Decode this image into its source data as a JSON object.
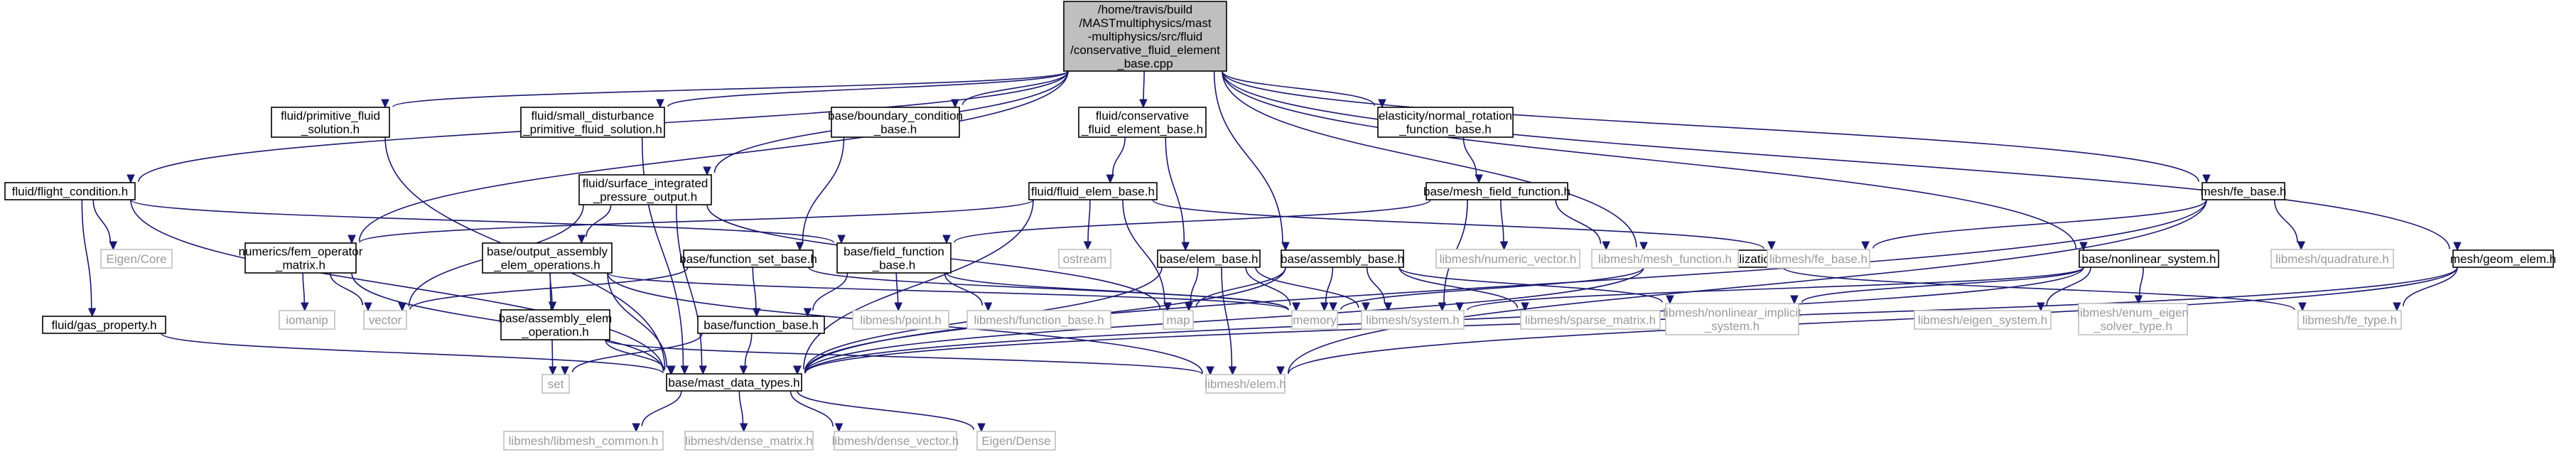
{
  "colors": {
    "edge": "#191970",
    "root_fill": "#bfbfbf",
    "node_border": "#000000",
    "external_border": "#bfbfbf",
    "external_text": "#9a9a9a"
  },
  "nodes": [
    {
      "id": "root",
      "kind": "root",
      "lines": [
        "/home/travis/build",
        "/MASTmultiphysics/mast",
        "-multiphysics/src/fluid",
        "/conservative_fluid_element",
        "_base.cpp"
      ]
    },
    {
      "id": "flight_condition",
      "kind": "file",
      "lines": [
        "fluid/flight_condition.h"
      ]
    },
    {
      "id": "primitive_fluid",
      "kind": "file",
      "lines": [
        "fluid/primitive_fluid",
        "_solution.h"
      ]
    },
    {
      "id": "small_disturbance",
      "kind": "file",
      "lines": [
        "fluid/small_disturbance",
        "_primitive_fluid_solution.h"
      ]
    },
    {
      "id": "surface_integrated",
      "kind": "file",
      "lines": [
        "fluid/surface_integrated",
        "_pressure_output.h"
      ]
    },
    {
      "id": "boundary_condition",
      "kind": "file",
      "lines": [
        "base/boundary_condition",
        "_base.h"
      ]
    },
    {
      "id": "conservative_base",
      "kind": "file",
      "lines": [
        "fluid/conservative",
        "_fluid_element_base.h"
      ]
    },
    {
      "id": "normal_rotation",
      "kind": "file",
      "lines": [
        "elasticity/normal_rotation",
        "_function_base.h"
      ]
    },
    {
      "id": "fluid_elem_base",
      "kind": "file",
      "lines": [
        "fluid/fluid_elem_base.h"
      ]
    },
    {
      "id": "mesh_field_function",
      "kind": "file",
      "lines": [
        "base/mesh_field_function.h"
      ]
    },
    {
      "id": "fe_base",
      "kind": "file",
      "lines": [
        "mesh/fe_base.h"
      ]
    },
    {
      "id": "fem_operator",
      "kind": "file",
      "lines": [
        "numerics/fem_operator",
        "_matrix.h"
      ]
    },
    {
      "id": "output_assembly",
      "kind": "file",
      "lines": [
        "base/output_assembly",
        "_elem_operations.h"
      ]
    },
    {
      "id": "function_set_base",
      "kind": "file",
      "lines": [
        "base/function_set_base.h"
      ]
    },
    {
      "id": "field_function",
      "kind": "file",
      "lines": [
        "base/field_function",
        "_base.h"
      ]
    },
    {
      "id": "elem_base",
      "kind": "file",
      "lines": [
        "base/elem_base.h"
      ]
    },
    {
      "id": "assembly_base",
      "kind": "file",
      "lines": [
        "base/assembly_base.h"
      ]
    },
    {
      "id": "system_initialization",
      "kind": "file",
      "lines": [
        "base/system_initialization.h"
      ]
    },
    {
      "id": "nonlinear_system",
      "kind": "file",
      "lines": [
        "base/nonlinear_system.h"
      ]
    },
    {
      "id": "geom_elem",
      "kind": "file",
      "lines": [
        "mesh/geom_elem.h"
      ]
    },
    {
      "id": "gas_property",
      "kind": "file",
      "lines": [
        "fluid/gas_property.h"
      ]
    },
    {
      "id": "assembly_elem_operation",
      "kind": "file",
      "lines": [
        "base/assembly_elem",
        "_operation.h"
      ]
    },
    {
      "id": "function_base",
      "kind": "file",
      "lines": [
        "base/function_base.h"
      ]
    },
    {
      "id": "mast_data_types",
      "kind": "file",
      "lines": [
        "base/mast_data_types.h"
      ]
    },
    {
      "id": "eigen_core",
      "kind": "ext",
      "lines": [
        "Eigen/Core"
      ]
    },
    {
      "id": "iomanip",
      "kind": "ext",
      "lines": [
        "iomanip"
      ]
    },
    {
      "id": "vector",
      "kind": "ext",
      "lines": [
        "vector"
      ]
    },
    {
      "id": "ostream",
      "kind": "ext",
      "lines": [
        "ostream"
      ]
    },
    {
      "id": "libmesh_point",
      "kind": "ext",
      "lines": [
        "libmesh/point.h"
      ]
    },
    {
      "id": "libmesh_function_base",
      "kind": "ext",
      "lines": [
        "libmesh/function_base.h"
      ]
    },
    {
      "id": "map",
      "kind": "ext",
      "lines": [
        "map"
      ]
    },
    {
      "id": "memory",
      "kind": "ext",
      "lines": [
        "memory"
      ]
    },
    {
      "id": "libmesh_system",
      "kind": "ext",
      "lines": [
        "libmesh/system.h"
      ]
    },
    {
      "id": "libmesh_sparse_matrix",
      "kind": "ext",
      "lines": [
        "libmesh/sparse_matrix.h"
      ]
    },
    {
      "id": "libmesh_nonlinear_implicit",
      "kind": "ext",
      "lines": [
        "libmesh/nonlinear_implicit",
        "_system.h"
      ]
    },
    {
      "id": "libmesh_numeric_vector",
      "kind": "ext",
      "lines": [
        "libmesh/numeric_vector.h"
      ]
    },
    {
      "id": "libmesh_mesh_function",
      "kind": "ext",
      "lines": [
        "libmesh/mesh_function.h"
      ]
    },
    {
      "id": "libmesh_fe_base",
      "kind": "ext",
      "lines": [
        "libmesh/fe_base.h"
      ]
    },
    {
      "id": "libmesh_eigen_system",
      "kind": "ext",
      "lines": [
        "libmesh/eigen_system.h"
      ]
    },
    {
      "id": "libmesh_enum_eigen",
      "kind": "ext",
      "lines": [
        "libmesh/enum_eigen",
        "_solver_type.h"
      ]
    },
    {
      "id": "libmesh_quadrature",
      "kind": "ext",
      "lines": [
        "libmesh/quadrature.h"
      ]
    },
    {
      "id": "libmesh_fe_type",
      "kind": "ext",
      "lines": [
        "libmesh/fe_type.h"
      ]
    },
    {
      "id": "set",
      "kind": "ext",
      "lines": [
        "set"
      ]
    },
    {
      "id": "libmesh_elem",
      "kind": "ext",
      "lines": [
        "libmesh/elem.h"
      ]
    },
    {
      "id": "libmesh_common",
      "kind": "ext",
      "lines": [
        "libmesh/libmesh_common.h"
      ]
    },
    {
      "id": "libmesh_dense_matrix",
      "kind": "ext",
      "lines": [
        "libmesh/dense_matrix.h"
      ]
    },
    {
      "id": "libmesh_dense_vector",
      "kind": "ext",
      "lines": [
        "libmesh/dense_vector.h"
      ]
    },
    {
      "id": "eigen_dense",
      "kind": "ext",
      "lines": [
        "Eigen/Dense"
      ]
    }
  ],
  "edges": [
    [
      "root",
      "flight_condition"
    ],
    [
      "root",
      "fem_operator"
    ],
    [
      "root",
      "primitive_fluid"
    ],
    [
      "root",
      "small_disturbance"
    ],
    [
      "root",
      "surface_integrated"
    ],
    [
      "root",
      "boundary_condition"
    ],
    [
      "root",
      "conservative_base"
    ],
    [
      "root",
      "assembly_base"
    ],
    [
      "root",
      "normal_rotation"
    ],
    [
      "root",
      "system_initialization"
    ],
    [
      "root",
      "nonlinear_system"
    ],
    [
      "root",
      "fe_base"
    ],
    [
      "root",
      "geom_elem"
    ],
    [
      "flight_condition",
      "eigen_core"
    ],
    [
      "flight_condition",
      "gas_property"
    ],
    [
      "flight_condition",
      "mast_data_types"
    ],
    [
      "flight_condition",
      "field_function"
    ],
    [
      "primitive_fluid",
      "mast_data_types"
    ],
    [
      "small_disturbance",
      "mast_data_types"
    ],
    [
      "surface_integrated",
      "output_assembly"
    ],
    [
      "surface_integrated",
      "vector"
    ],
    [
      "surface_integrated",
      "mast_data_types"
    ],
    [
      "surface_integrated",
      "map"
    ],
    [
      "boundary_condition",
      "function_set_base"
    ],
    [
      "conservative_base",
      "fluid_elem_base"
    ],
    [
      "conservative_base",
      "elem_base"
    ],
    [
      "normal_rotation",
      "mesh_field_function"
    ],
    [
      "fluid_elem_base",
      "fem_operator"
    ],
    [
      "fluid_elem_base",
      "ostream"
    ],
    [
      "fluid_elem_base",
      "map"
    ],
    [
      "fluid_elem_base",
      "mast_data_types"
    ],
    [
      "fluid_elem_base",
      "libmesh_fe_base"
    ],
    [
      "mesh_field_function",
      "field_function"
    ],
    [
      "mesh_field_function",
      "libmesh_numeric_vector"
    ],
    [
      "mesh_field_function",
      "libmesh_mesh_function"
    ],
    [
      "mesh_field_function",
      "libmesh_system"
    ],
    [
      "fe_base",
      "libmesh_fe_base"
    ],
    [
      "fe_base",
      "libmesh_quadrature"
    ],
    [
      "fe_base",
      "mast_data_types"
    ],
    [
      "fe_base",
      "libmesh_elem"
    ],
    [
      "fem_operator",
      "iomanip"
    ],
    [
      "fem_operator",
      "vector"
    ],
    [
      "fem_operator",
      "mast_data_types"
    ],
    [
      "output_assembly",
      "assembly_elem_operation"
    ],
    [
      "output_assembly",
      "set"
    ],
    [
      "output_assembly",
      "mast_data_types"
    ],
    [
      "output_assembly",
      "libmesh_elem"
    ],
    [
      "output_assembly",
      "memory"
    ],
    [
      "function_set_base",
      "vector"
    ],
    [
      "function_set_base",
      "function_base"
    ],
    [
      "function_set_base",
      "memory"
    ],
    [
      "field_function",
      "function_base"
    ],
    [
      "field_function",
      "libmesh_point"
    ],
    [
      "field_function",
      "libmesh_function_base"
    ],
    [
      "field_function",
      "memory"
    ],
    [
      "elem_base",
      "map"
    ],
    [
      "elem_base",
      "memory"
    ],
    [
      "elem_base",
      "mast_data_types"
    ],
    [
      "elem_base",
      "libmesh_system"
    ],
    [
      "elem_base",
      "libmesh_elem"
    ],
    [
      "assembly_base",
      "map"
    ],
    [
      "assembly_base",
      "memory"
    ],
    [
      "assembly_base",
      "libmesh_system"
    ],
    [
      "assembly_base",
      "libmesh_sparse_matrix"
    ],
    [
      "assembly_base",
      "libmesh_nonlinear_implicit"
    ],
    [
      "assembly_base",
      "mast_data_types"
    ],
    [
      "system_initialization",
      "memory"
    ],
    [
      "system_initialization",
      "mast_data_types"
    ],
    [
      "system_initialization",
      "libmesh_fe_type"
    ],
    [
      "nonlinear_system",
      "libmesh_eigen_system"
    ],
    [
      "nonlinear_system",
      "libmesh_enum_eigen"
    ],
    [
      "nonlinear_system",
      "libmesh_system"
    ],
    [
      "nonlinear_system",
      "libmesh_nonlinear_implicit"
    ],
    [
      "nonlinear_system",
      "mast_data_types"
    ],
    [
      "geom_elem",
      "libmesh_fe_type"
    ],
    [
      "geom_elem",
      "mast_data_types"
    ],
    [
      "geom_elem",
      "libmesh_elem"
    ],
    [
      "gas_property",
      "mast_data_types"
    ],
    [
      "assembly_elem_operation",
      "mast_data_types"
    ],
    [
      "assembly_elem_operation",
      "libmesh_elem"
    ],
    [
      "function_base",
      "set"
    ],
    [
      "function_base",
      "mast_data_types"
    ],
    [
      "mast_data_types",
      "libmesh_common"
    ],
    [
      "mast_data_types",
      "libmesh_dense_matrix"
    ],
    [
      "mast_data_types",
      "libmesh_dense_vector"
    ],
    [
      "mast_data_types",
      "eigen_dense"
    ]
  ]
}
